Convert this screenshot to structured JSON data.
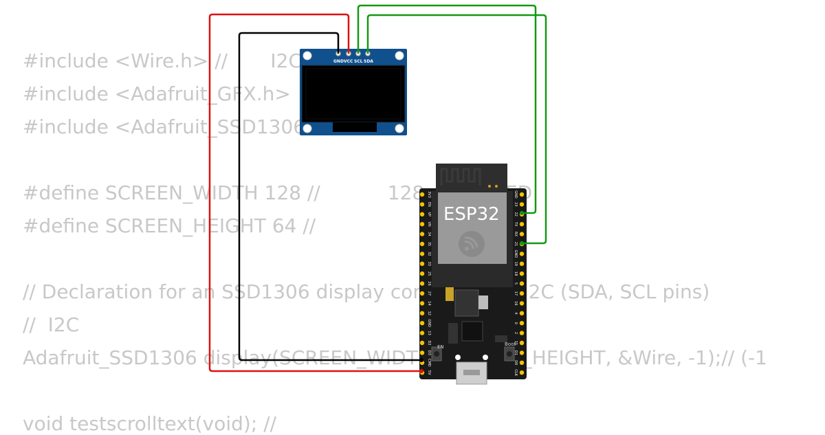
{
  "code": {
    "lines": [
      "#include <Wire.h> //       I2C",
      "#include <Adafruit_GFX.h>",
      "#include <Adafruit_SSD1306.h>",
      "",
      "#define SCREEN_WIDTH 128 //           128         OLED",
      "#define SCREEN_HEIGHT 64 //",
      "",
      "// Declaration for an SSD1306 display connected to I2C (SDA, SCL pins)",
      "//  I2C",
      "Adafruit_SSD1306 display(SCREEN_WIDTH, SCREEN_HEIGHT, &Wire, -1);// (-1",
      "",
      "void testscrolltext(void); //"
    ]
  },
  "oled": {
    "pins": [
      "GND",
      "VCC",
      "SCL",
      "SDA"
    ],
    "board_color": "#10508c",
    "screen_color": "#000000"
  },
  "esp32": {
    "title": "ESP32",
    "left_pins": [
      "3V3",
      "EN",
      "VP",
      "VN",
      "34",
      "35",
      "32",
      "33",
      "25",
      "26",
      "27",
      "14",
      "12",
      "GND",
      "13",
      "D2",
      "D3",
      "CMD",
      "5V"
    ],
    "right_pins": [
      "GND",
      "23",
      "22",
      "TX",
      "RX",
      "21",
      "GND",
      "19",
      "18",
      "5",
      "17",
      "16",
      "4",
      "0",
      "2",
      "15",
      "D1",
      "D0",
      "CLK"
    ],
    "buttons": [
      "EN",
      "Boot"
    ],
    "board_color": "#1a1a1a",
    "module_color": "#9a9a9a"
  },
  "wires": {
    "gnd_color": "#000000",
    "vcc_color": "#dd1111",
    "scl_color": "#119911",
    "sda_color": "#119911"
  }
}
